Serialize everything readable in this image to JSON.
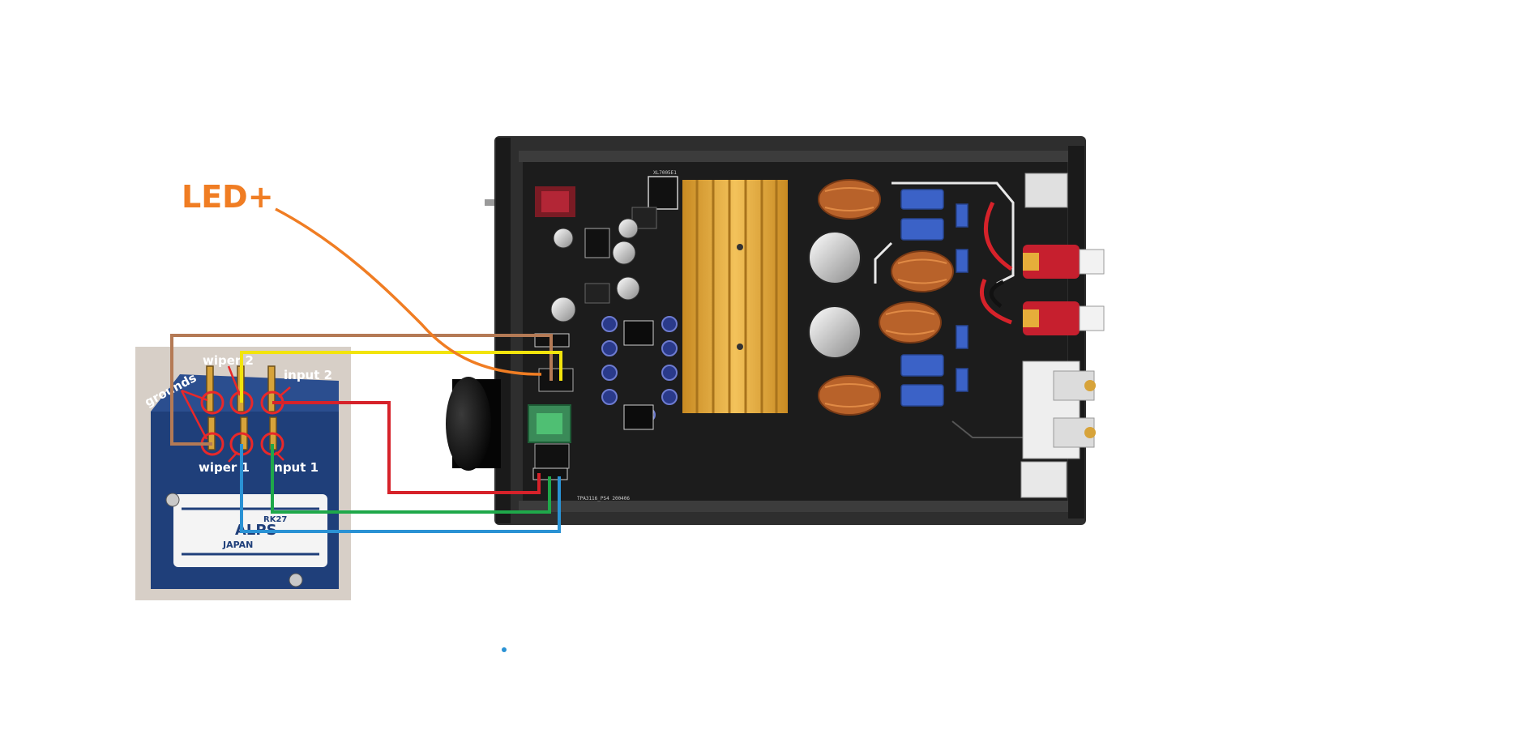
{
  "labels": {
    "led": "LED+",
    "wiper2": "wiper 2",
    "input2": "input 2",
    "grounds": "grounds",
    "wiper1": "wiper 1",
    "input1": "input 1"
  },
  "pot_markings": {
    "brand": "ALPS",
    "country": "JAPAN",
    "model": "RK27"
  },
  "pcb_markings": {
    "board_id": "TPA3116_PS4 200406",
    "regulator": "XL7005E1"
  },
  "colors": {
    "background": "#ffffff",
    "wire_ground": "#b47a55",
    "wire_yellow": "#f2e40c",
    "wire_red": "#d6222a",
    "wire_green": "#1fa84a",
    "wire_blue": "#2a92d4",
    "wire_led": "#f07d23",
    "led_label": "#f07d23",
    "pin_circle": "#e8282a",
    "heatsink": "#e6ad3a",
    "pcb": "#1c1c1c",
    "enclosure": "#2e2e2e"
  },
  "icons": {
    "potentiometer": "alps-potentiometer-photo",
    "amplifier": "amplifier-board-photo"
  }
}
